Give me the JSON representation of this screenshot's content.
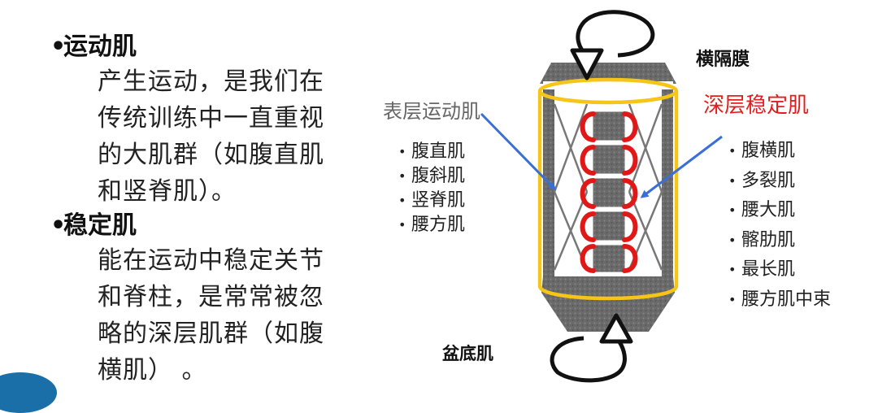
{
  "bullet_char": "•",
  "section_active": {
    "title": "运动肌",
    "lines": [
      "产生运动，是我们在",
      "传统训练中一直重视",
      "的大肌群（如腹直肌",
      "和竖脊肌）。"
    ]
  },
  "section_stable": {
    "title": "稳定肌",
    "lines": [
      "能在运动中稳定关节",
      "和脊柱，是常常被忽",
      "略的深层肌群（如腹",
      "横肌）  。"
    ]
  },
  "diagram": {
    "diaphragm_label": "横隔膜",
    "pelvic_floor_label": "盆底肌",
    "surface_label": "表层运动肌",
    "deep_label": "深层稳定肌",
    "surface_muscles": [
      "腹直肌",
      "腹斜肌",
      "竖脊肌",
      "腰方肌"
    ],
    "deep_muscles": [
      "腹横肌",
      "多裂肌",
      "腰大肌",
      "髂肋肌",
      "最长肌",
      "腰方肌中束"
    ],
    "colors": {
      "cylinder_outline": "#f5c518",
      "deep_muscle": "#e01818",
      "pointer_arrow": "#3a6fd8",
      "tissue": "#6d6d6d"
    }
  }
}
